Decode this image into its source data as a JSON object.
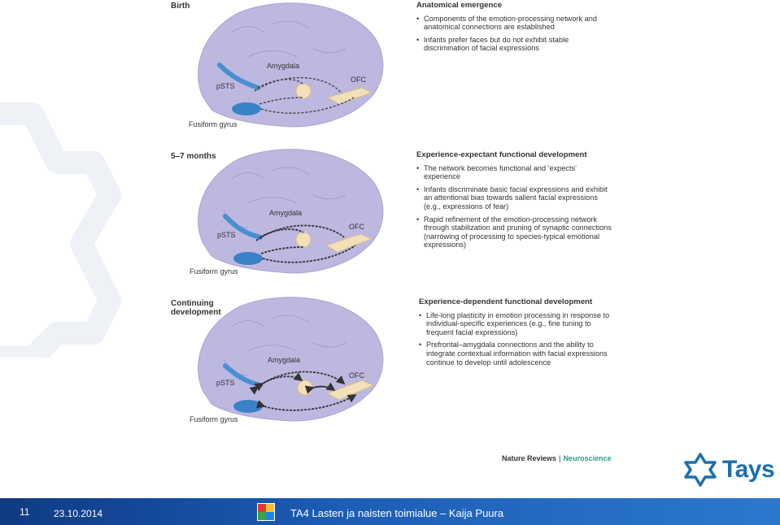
{
  "stages": [
    {
      "label": "Birth",
      "labels": {
        "amygdala": "Amygdala",
        "psts": "pSTS",
        "ofc": "OFC",
        "fusiform": "Fusiform gyrus"
      },
      "heading": "Anatomical emergence",
      "bullets": [
        "Components of the emotion-processing network and anatomical connections are established",
        "Infants prefer faces but do not exhibit stable discrimination of facial expressions"
      ]
    },
    {
      "label": "5–7 months",
      "labels": {
        "amygdala": "Amygdala",
        "psts": "pSTS",
        "ofc": "OFC",
        "fusiform": "Fusiform gyrus"
      },
      "heading": "Experience-expectant functional development",
      "bullets": [
        "The network becomes functional and 'expects' experience",
        "Infants discriminate basic facial expressions and exhibit an attentional bias towards salient facial expressions (e.g., expressions of fear)",
        "Rapid refinement of the emotion-processing network through stabilization and pruning of synaptic connections (narrowing of processing to species-typical emotional expressions)"
      ]
    },
    {
      "label": "Continuing development",
      "labels": {
        "amygdala": "Amygdala",
        "psts": "pSTS",
        "ofc": "OFC",
        "fusiform": "Fusiform gyrus"
      },
      "heading": "Experience-dependent functional development",
      "bullets": [
        "Life-long plasticity in emotion processing in response to individual-specific experiences (e.g., fine tuning to frequent facial expressions)",
        "Prefrontal–amygdala connections and the ability to integrate contextual information with facial expressions continue to develop until adolescence"
      ]
    }
  ],
  "credit": {
    "journal": "Nature Reviews",
    "separator": "|",
    "section": "Neuroscience"
  },
  "logo": {
    "text": "Tays",
    "icon": "tays-star-icon"
  },
  "footer": {
    "slide_number": "11",
    "date": "23.10.2014",
    "title": "TA4  Lasten ja naisten toimialue – Kaija Puura"
  },
  "colors": {
    "footer_blue": "#1c5eb8",
    "brain": "#b9b4de",
    "accent": "#2a9d8f",
    "logo": "#1a6fb0"
  }
}
